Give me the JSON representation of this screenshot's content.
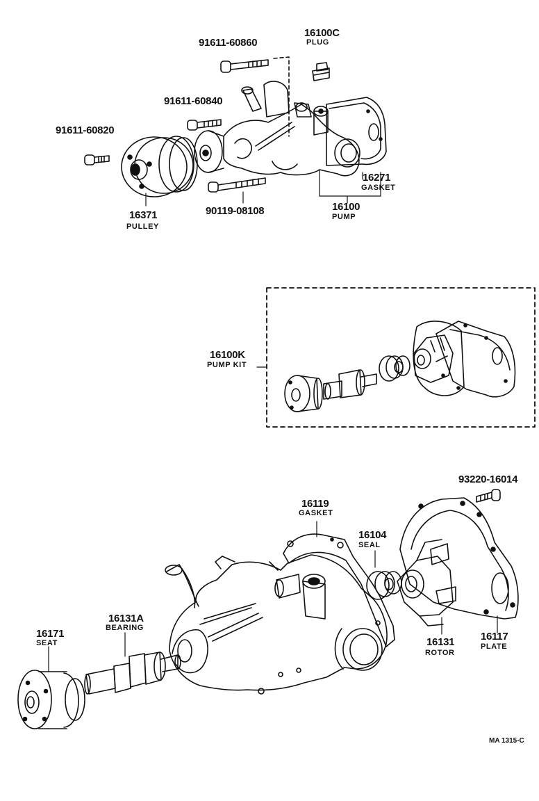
{
  "labels": {
    "bolt_60860": "91611-60860",
    "plug_no": "16100C",
    "plug_name": "PLUG",
    "bolt_60840": "91611-60840",
    "bolt_60820": "91611-60820",
    "gasket_16271_no": "16271",
    "gasket_16271_name": "GASKET",
    "bolt_08108": "90119-08108",
    "pump_no": "16100",
    "pump_name": "PUMP",
    "pulley_no": "16371",
    "pulley_name": "PULLEY",
    "kit_no": "16100K",
    "kit_name": "PUMP KIT",
    "bolt_16014": "93220-16014",
    "gasket_16119_no": "16119",
    "gasket_16119_name": "GASKET",
    "seal_no": "16104",
    "seal_name": "SEAL",
    "bearing_no": "16131A",
    "bearing_name": "BEARING",
    "seat_no": "16171",
    "seat_name": "SEAT",
    "rotor_no": "16131",
    "rotor_name": "ROTOR",
    "plate_no": "16117",
    "plate_name": "PLATE",
    "ref_code": "MA 1315-C"
  }
}
